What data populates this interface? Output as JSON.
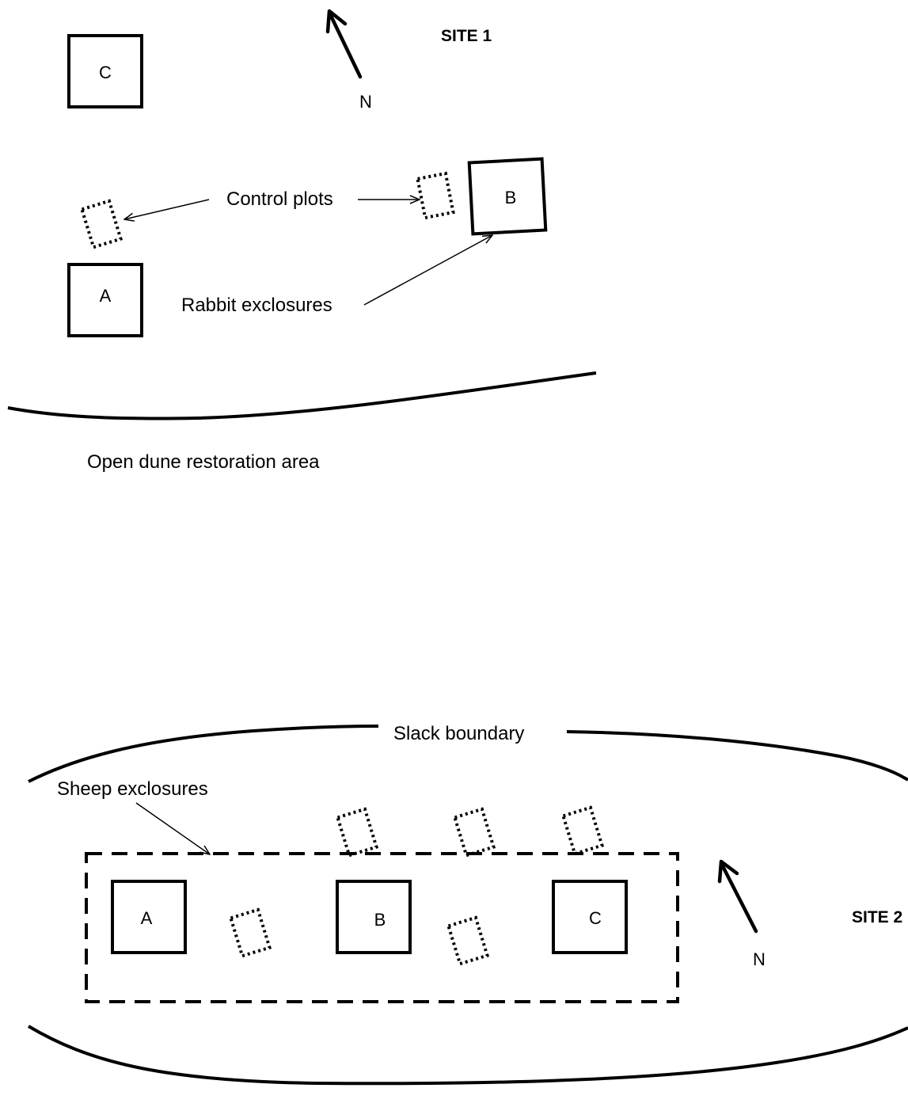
{
  "site1": {
    "title": "SITE 1",
    "north_label": "N",
    "exclosures": [
      {
        "label": "C"
      },
      {
        "label": "B"
      },
      {
        "label": "A"
      }
    ],
    "control_plots_label": "Control plots",
    "rabbit_exclosures_label": "Rabbit exclosures",
    "open_dune_label": "Open dune restoration area"
  },
  "site2": {
    "title": "SITE 2",
    "north_label": "N",
    "slack_boundary_label": "Slack boundary",
    "sheep_exclosures_label": "Sheep exclosures",
    "exclosures": [
      {
        "label": "A"
      },
      {
        "label": "B"
      },
      {
        "label": "C"
      }
    ]
  }
}
